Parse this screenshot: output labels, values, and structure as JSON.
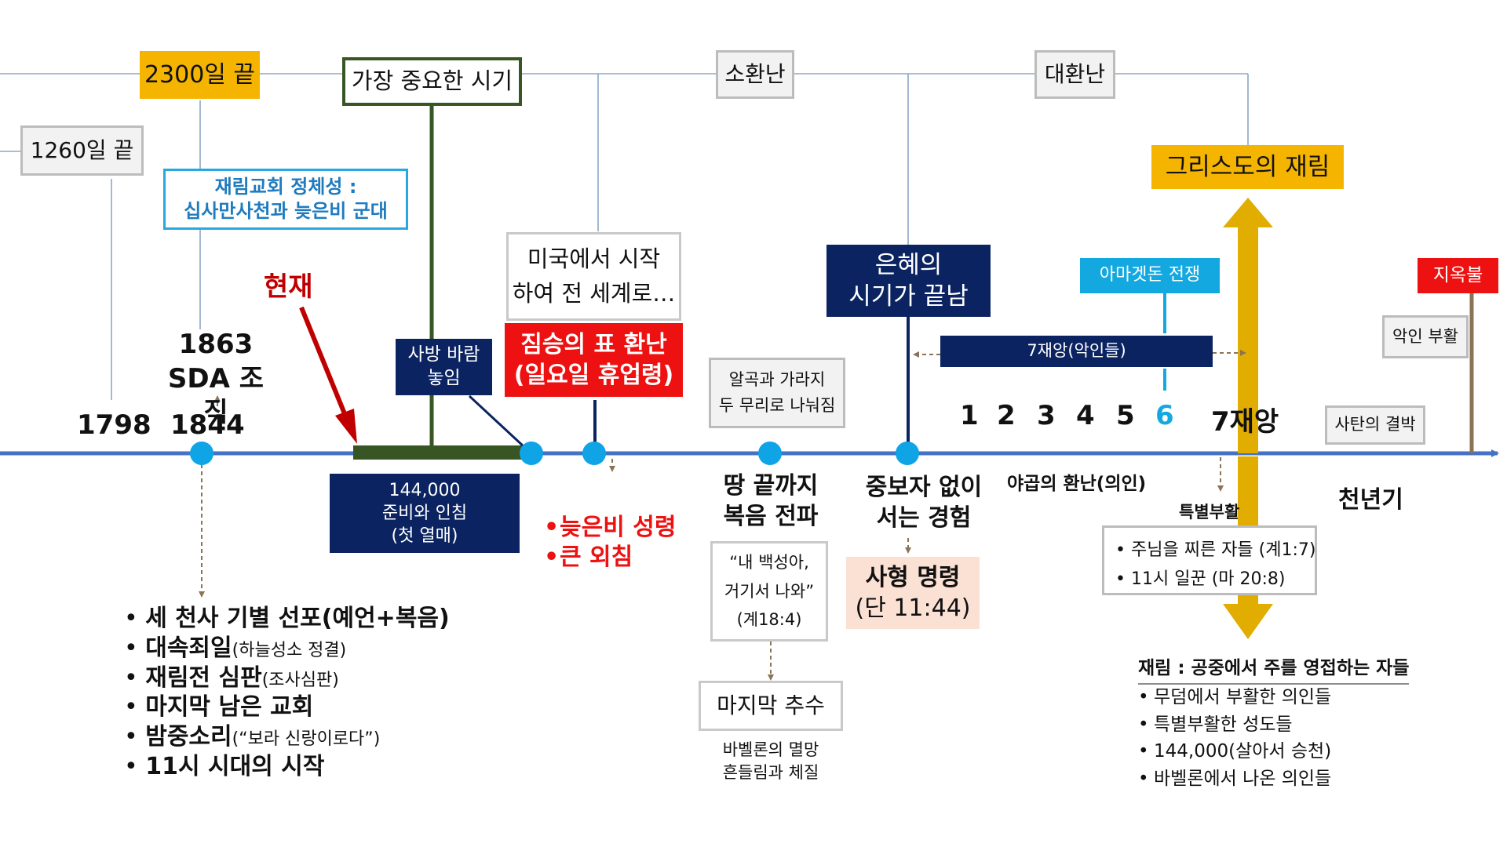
{
  "colors": {
    "axis": "#4472c4",
    "navy": "#0b2461",
    "red": "#ee1111",
    "gold": "#f4b400",
    "blue": "#13a9e0",
    "green": "#375623",
    "darkred": "#c00000",
    "brown": "#8b7355",
    "peach": "#fbe0d4"
  },
  "top": {
    "days2300": "2300일 끝",
    "days1260": "1260일 끝",
    "critical": "가장 중요한 시기",
    "little_trouble": "소환난",
    "great_trouble": "대환난",
    "second_coming": "그리스도의 재림"
  },
  "identity": "재림교회 정체성 :\n십사만사천과 늦은비 군대",
  "now": "현재",
  "sda": "1863\nSDA 조직",
  "years": {
    "y1798": "1798",
    "y1844": "1844"
  },
  "boxes": {
    "america": "미국에서 시작\n하여 전 세계로…",
    "four_winds": "사방 바람\n놓임",
    "mark": "짐승의 표 환난\n(일요일 휴업령)",
    "grace_end": "은혜의\n시기가 끝남",
    "armageddon": "아마겟돈 전쟁",
    "hell_fire": "지옥불",
    "wicked_res": "악인 부활",
    "wheat": "알곡과 가라지\n두 무리로 나눠짐",
    "plagues7": "7재앙(악인들)",
    "satan": "사탄의 결박",
    "sealing": "144,000\n준비와 인침\n(첫 열매)"
  },
  "plague_numbers": [
    "1",
    "2",
    "3",
    "4",
    "5",
    "6"
  ],
  "plague7_label": "7재앙",
  "latter_rain": [
    "늦은비 성령",
    "큰 외침"
  ],
  "gospel": "땅 끝까지\n복음 전파",
  "come_out": "“내 백성아,\n거기서 나와”\n(계18:4)",
  "last_harvest": "마지막 추수",
  "babylon": "바벨론의 멸망\n흔들림과 체질",
  "no_mediator": "중보자 없이\n서는 경험",
  "death_decree": {
    "title": "사형 명령",
    "ref": "(단 11:44)"
  },
  "jacob": "야곱의 환난(의인)",
  "millennium": "천년기",
  "special_res": {
    "title": "특별부활",
    "items": [
      "주님을 찌른 자들 (계1:7)",
      "11시 일꾼 (마 20:8)"
    ]
  },
  "events1844": [
    {
      "main": "세 천사 기별 선포(예언+복음)",
      "sub": ""
    },
    {
      "main": "대속죄일",
      "sub": "(하늘성소 정결)"
    },
    {
      "main": "재림전 심판",
      "sub": "(조사심판)"
    },
    {
      "main": "마지막 남은 교회",
      "sub": ""
    },
    {
      "main": "밤중소리",
      "sub": "(“보라 신랑이로다”)"
    },
    {
      "main": "11시 시대의 시작",
      "sub": ""
    }
  ],
  "advent": {
    "title": "재림 : 공중에서 주를 영접하는 자들",
    "items": [
      "무덤에서 부활한 의인들",
      "특별부활한 성도들",
      "144,000(살아서 승천)",
      "바벨론에서 나온 의인들"
    ]
  }
}
